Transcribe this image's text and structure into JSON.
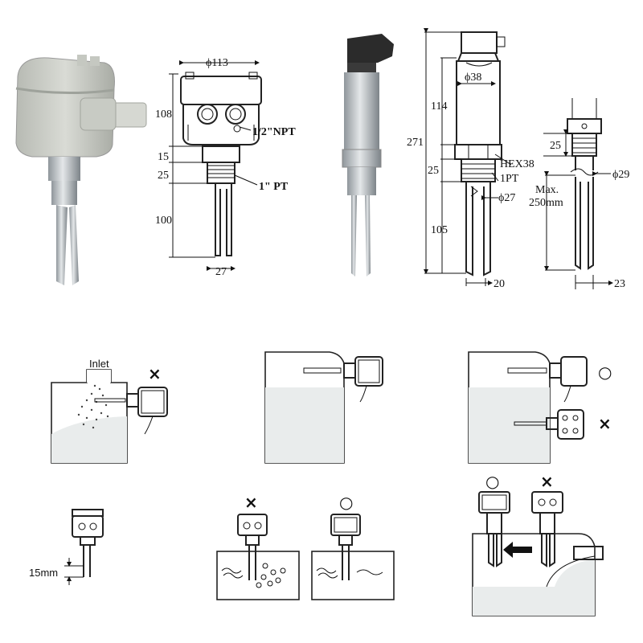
{
  "dimensions_top": {
    "phi113": "ϕ113",
    "d108": "108",
    "npt": "1/2\"NPT",
    "d15": "15",
    "d25": "25",
    "pt1": "1\" PT",
    "d100": "100",
    "d27": "27",
    "phi38": "ϕ38",
    "d114": "114",
    "d271": "271",
    "hex38": "HEX38",
    "pt1b": "1PT",
    "d25b": "25",
    "phi27": "ϕ27",
    "d105": "105",
    "d20": "20",
    "d25c": "25",
    "phi29": "ϕ29",
    "max": "Max.",
    "max250": "250mm",
    "d23": "23"
  },
  "install": {
    "inlet": "Inlet",
    "d15mm": "15mm",
    "wrong": "×",
    "right": "○"
  },
  "colors": {
    "housing": "#c8cbc4",
    "steel": "#b9bec2",
    "liquid": "#e9ecec",
    "arrow": "#111111"
  }
}
